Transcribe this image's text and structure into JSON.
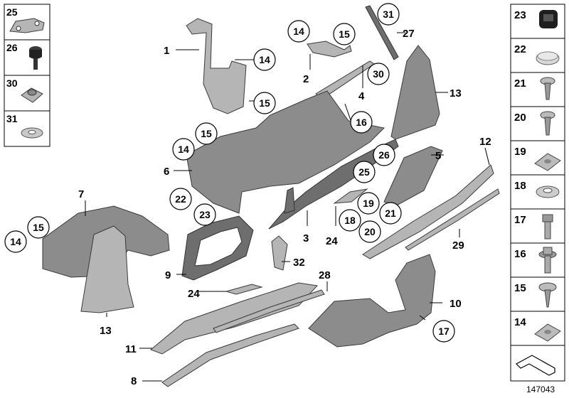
{
  "diagram": {
    "plain_callouts": [
      "1",
      "2",
      "3",
      "4",
      "5",
      "6",
      "7",
      "8",
      "9",
      "10",
      "11",
      "12",
      "13",
      "13",
      "24",
      "24",
      "27",
      "28",
      "29",
      "32"
    ],
    "circled_callouts": [
      "14",
      "15",
      "14",
      "15",
      "30",
      "31",
      "14",
      "15",
      "16",
      "14",
      "15",
      "26",
      "25",
      "19",
      "18",
      "21",
      "20",
      "22",
      "23",
      "17"
    ],
    "left_legend": [
      "25",
      "26",
      "30",
      "31"
    ],
    "right_legend": [
      "23",
      "22",
      "21",
      "20",
      "19",
      "18",
      "17",
      "16",
      "15",
      "14"
    ],
    "diagram_number": "147043"
  }
}
